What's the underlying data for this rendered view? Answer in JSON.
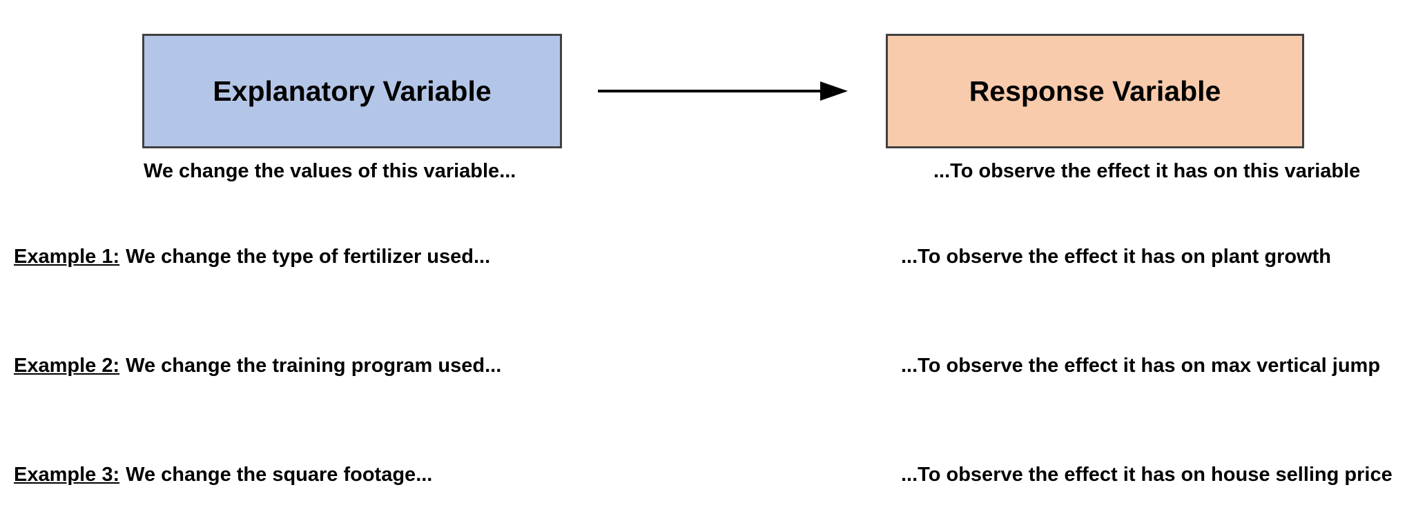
{
  "diagram": {
    "explanatory_box": {
      "label": "Explanatory Variable",
      "fill": "#b4c6e7",
      "border": "#404040"
    },
    "response_box": {
      "label": "Response Variable",
      "fill": "#f8cbad",
      "border": "#404040"
    },
    "arrow_color": "#000000",
    "explanatory_caption": "We change the values of this variable...",
    "response_caption": "...To observe the effect it has on this variable",
    "examples": [
      {
        "label": "Example 1:",
        "left_text": "We change the type of fertilizer used...",
        "right_text": "...To observe the effect it has on plant growth"
      },
      {
        "label": "Example 2:",
        "left_text": "We change the training program used...",
        "right_text": "...To observe the effect it has on max vertical jump"
      },
      {
        "label": "Example 3:",
        "left_text": "We change the square footage...",
        "right_text": "...To observe the effect it has on house selling price"
      }
    ]
  }
}
